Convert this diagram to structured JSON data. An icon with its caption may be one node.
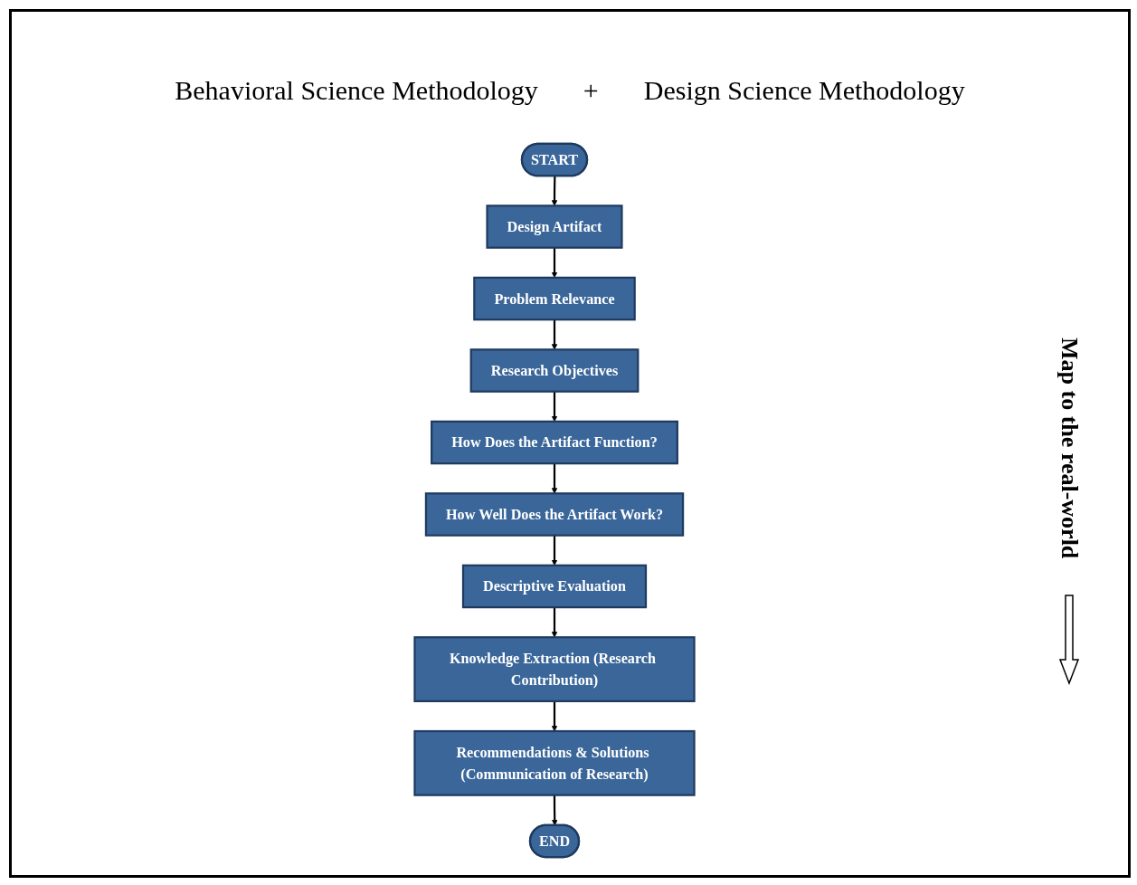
{
  "diagram": {
    "nodes": [
      {
        "text": [
          "START"
        ]
      },
      {
        "text": [
          "Design Artifact"
        ]
      },
      {
        "text": [
          "Problem Relevance"
        ]
      },
      {
        "text": [
          "Research Objectives"
        ]
      },
      {
        "text": [
          "How Does the Artifact Function?"
        ]
      },
      {
        "text": [
          "How Well Does the Artifact Work?"
        ]
      },
      {
        "text": [
          "Descriptive Evaluation"
        ]
      },
      {
        "text": [
          "Knowledge Extraction (Research Contribution)"
        ]
      },
      {
        "text": [
          "Recommendations & Solutions (Communication of Research)"
        ]
      },
      {
        "text": [
          "END"
        ]
      }
    ],
    "edges": [
      {
        "from": 0,
        "to": 1,
        "arrow": "to"
      },
      {
        "from": 1,
        "to": 2,
        "arrow": "to"
      },
      {
        "from": 2,
        "to": 3,
        "arrow": "to"
      },
      {
        "from": 3,
        "to": 4,
        "arrow": "to"
      },
      {
        "from": 4,
        "to": 5,
        "arrow": "to"
      },
      {
        "from": 5,
        "to": 6,
        "arrow": "to"
      },
      {
        "from": 6,
        "to": 7,
        "arrow": "to"
      },
      {
        "from": 7,
        "to": 8,
        "arrow": "to"
      },
      {
        "from": 8,
        "to": 9,
        "arrow": "to"
      }
    ],
    "labels": [
      "Behavioral Science Methodology",
      "+",
      "Design Science Methodology",
      "Map to the real-world"
    ]
  }
}
